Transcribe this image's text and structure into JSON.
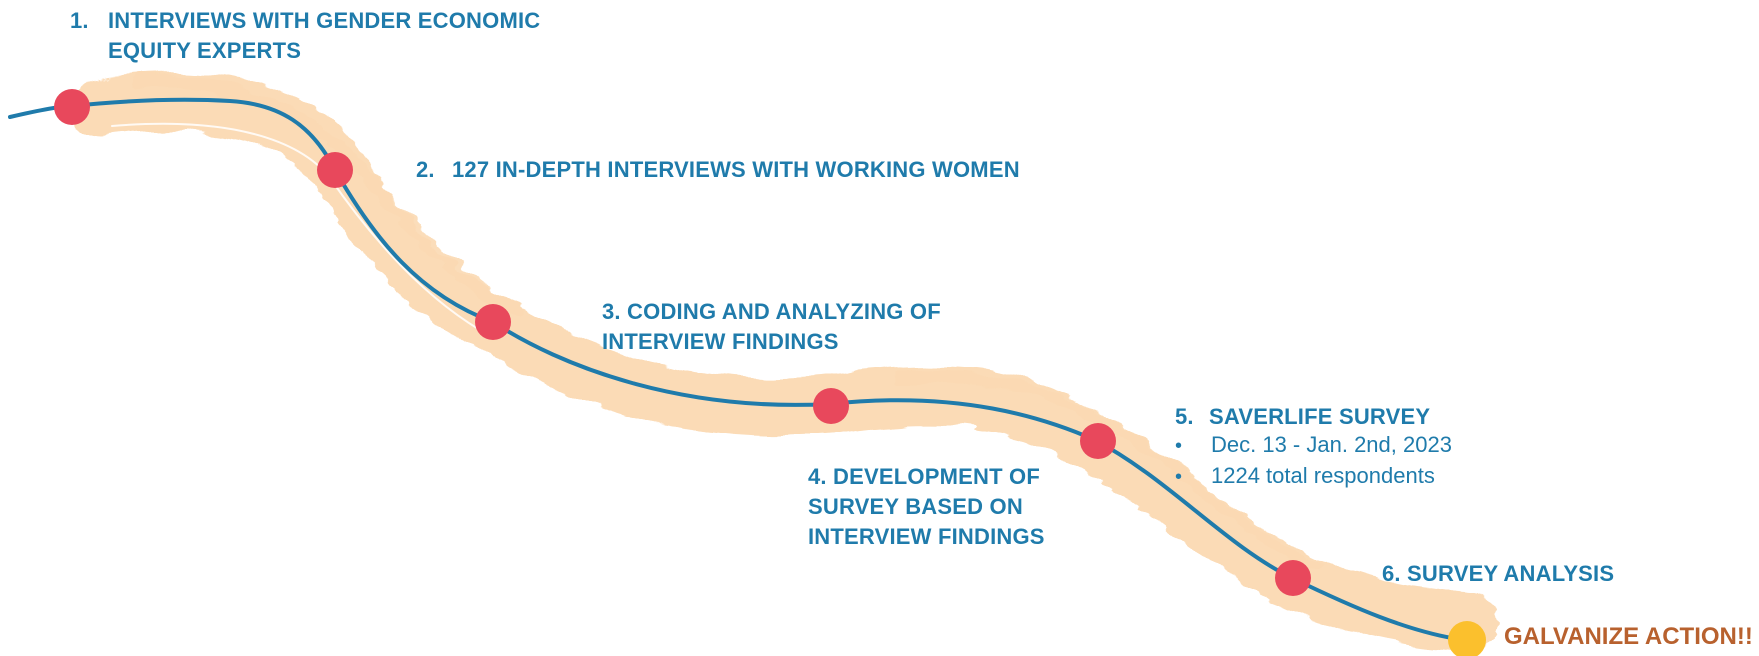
{
  "steps": [
    {
      "number": "1.",
      "line1": "INTERVIEWS WITH GENDER ECONOMIC",
      "line2": "EQUITY EXPERTS"
    },
    {
      "number": "2.",
      "line1": "127 IN-DEPTH INTERVIEWS WITH WORKING WOMEN"
    },
    {
      "line1": "3. CODING AND ANALYZING OF",
      "line2": "INTERVIEW FINDINGS"
    },
    {
      "line1": "4. DEVELOPMENT OF",
      "line2": "SURVEY BASED ON",
      "line3": "INTERVIEW FINDINGS"
    },
    {
      "number": "5.",
      "line1": "SAVERLIFE SURVEY",
      "bullets": [
        "Dec. 13 - Jan. 2nd, 2023",
        "1224 total respondents"
      ]
    },
    {
      "line1": "6. SURVEY ANALYSIS"
    }
  ],
  "final": {
    "label": "GALVANIZE ACTION!!"
  },
  "bullet_glyph": "•",
  "colors": {
    "brush": "#fbd9b2",
    "path": "#1f7bab",
    "milestone": "#e8485c",
    "final_marker": "#fbc02d",
    "title_text": "#1f7bab",
    "final_text": "#b8612e"
  }
}
